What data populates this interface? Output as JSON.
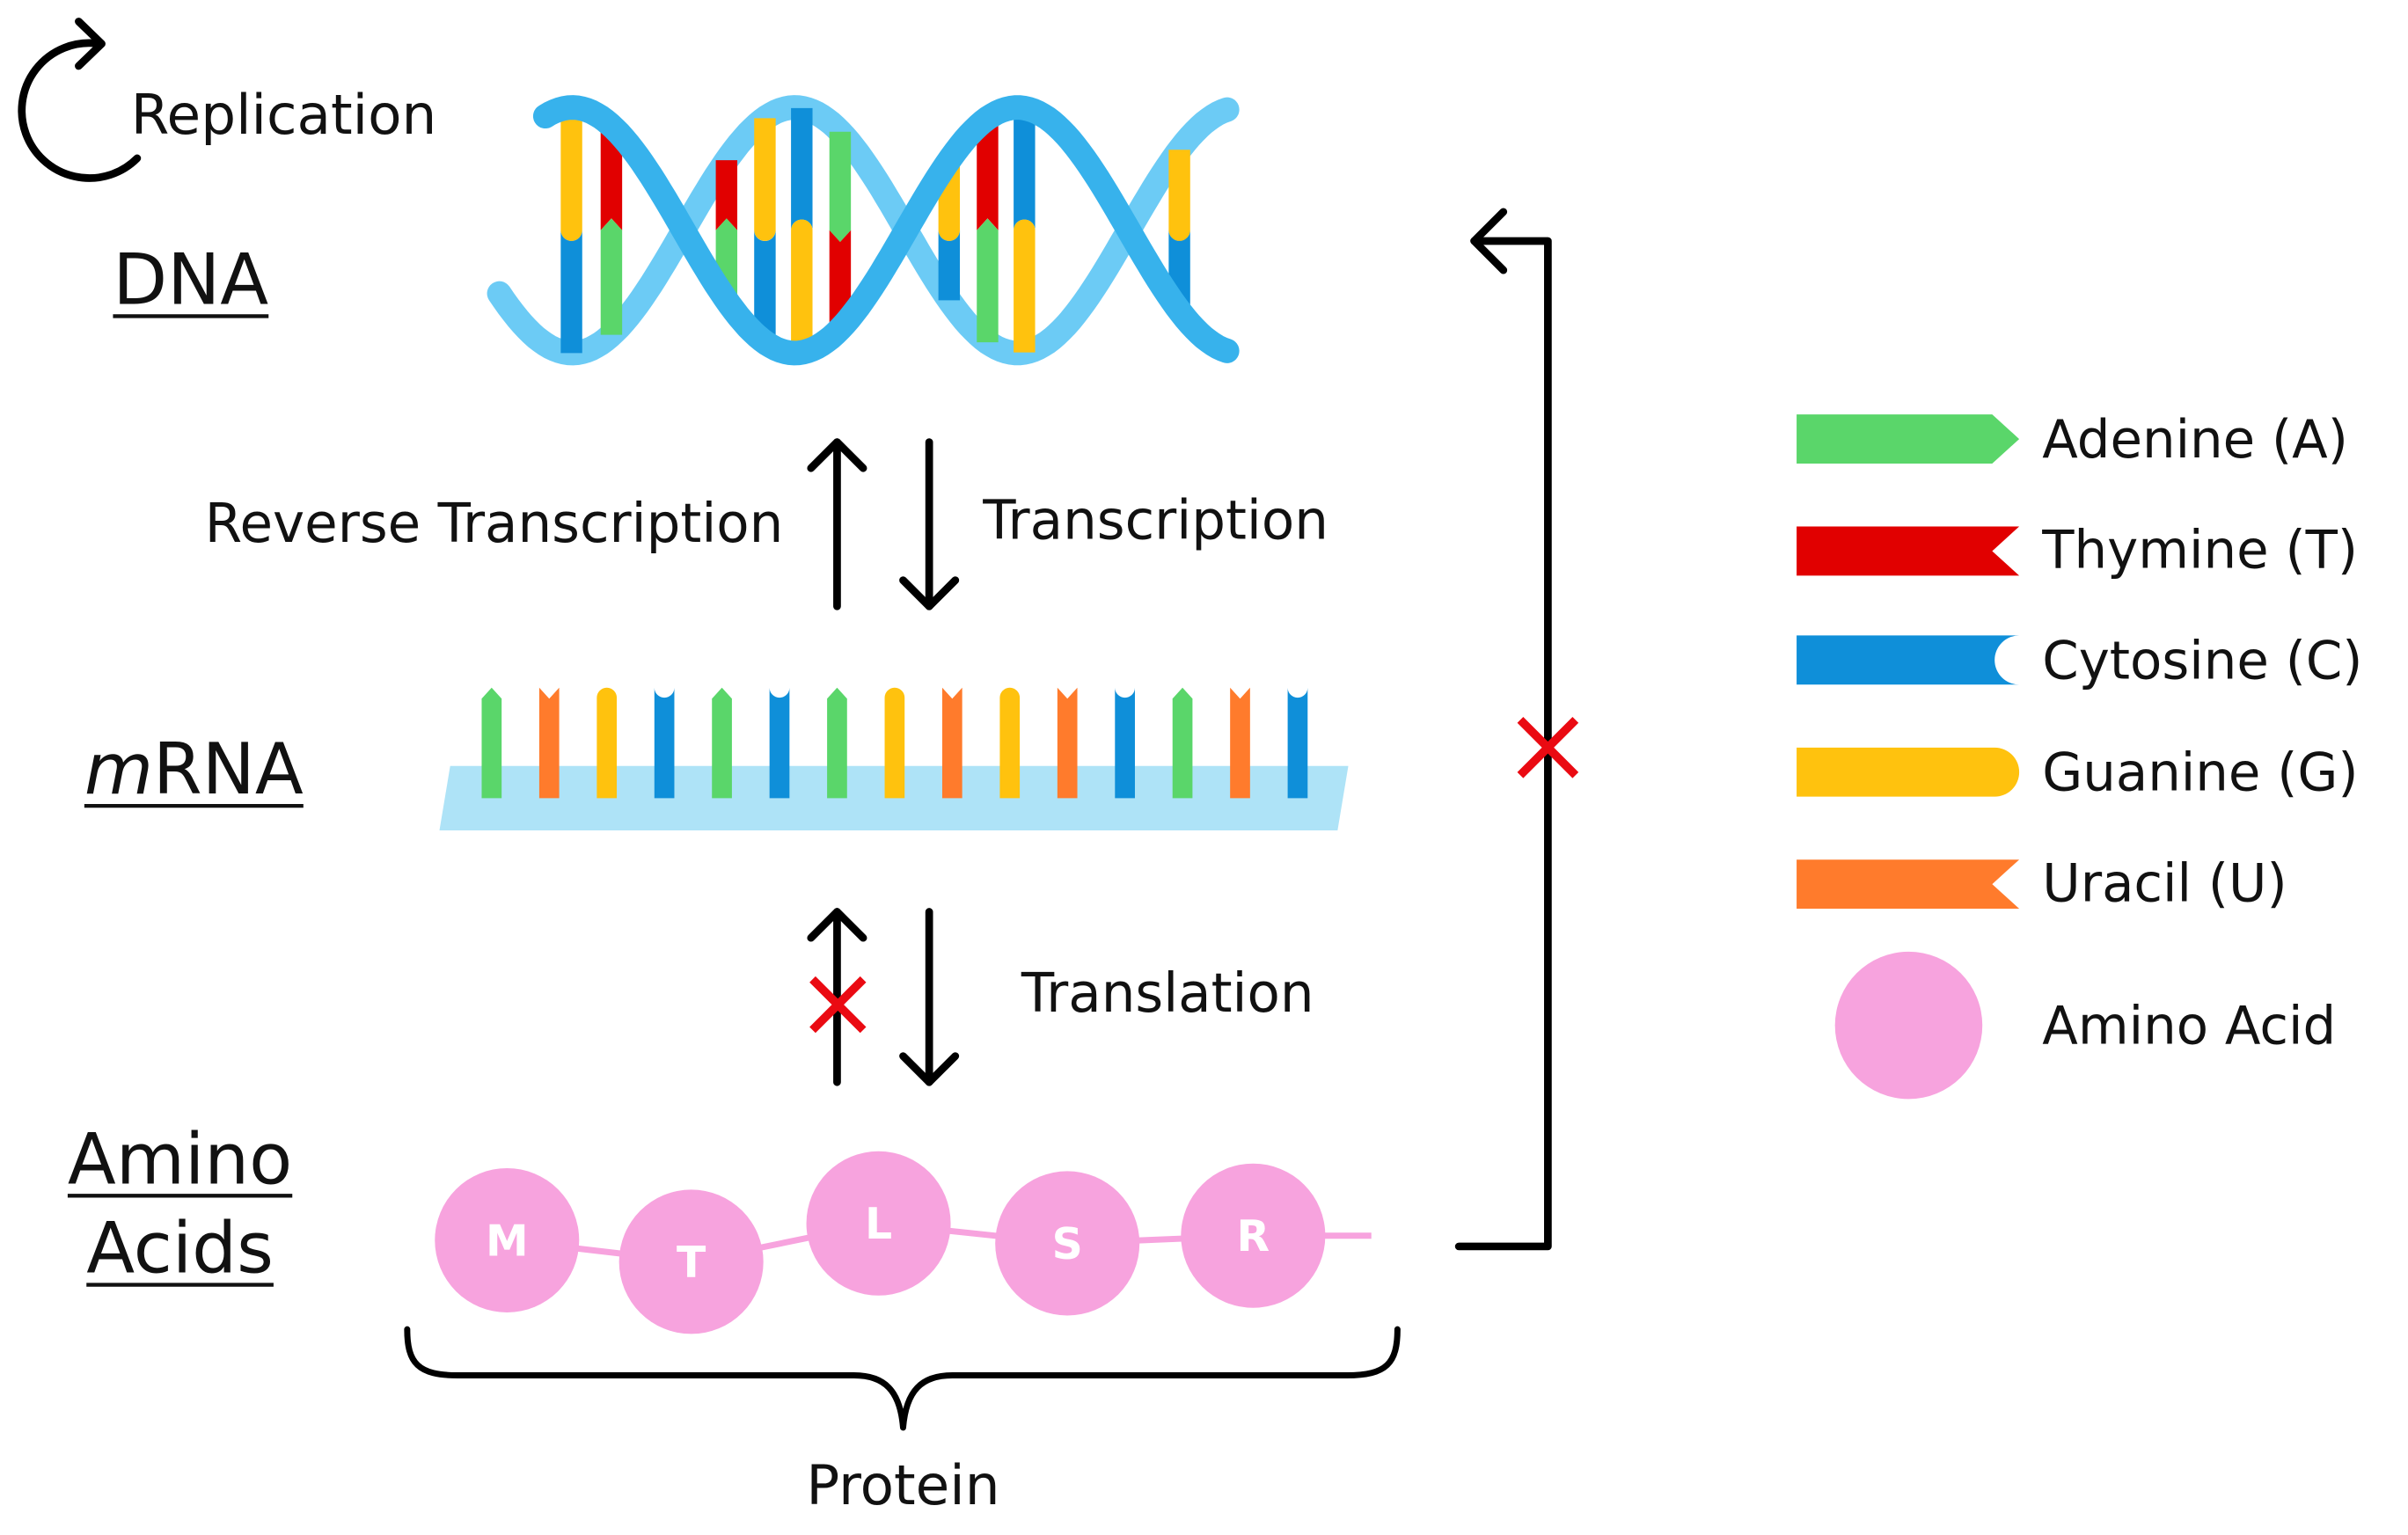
{
  "replication_label": "Replication",
  "levels": {
    "dna": "DNA",
    "mrna": {
      "prefix": "m",
      "rest": "RNA"
    },
    "amino_acids": [
      "Amino",
      "Acids"
    ]
  },
  "processes": {
    "reverse_transcription": "Reverse Transcription",
    "transcription": "Transcription",
    "translation": "Translation"
  },
  "dna": {
    "base_pairs": [
      [
        "G",
        "C"
      ],
      [
        "T",
        "A"
      ],
      [
        "T",
        "A"
      ],
      [
        "G",
        "C"
      ],
      [
        "C",
        "G"
      ],
      [
        "A",
        "T"
      ],
      [
        "G",
        "C"
      ],
      [
        "T",
        "A"
      ],
      [
        "C",
        "G"
      ],
      [
        "G",
        "C"
      ]
    ]
  },
  "mrna": {
    "sequence": [
      "A",
      "U",
      "G",
      "C",
      "A",
      "C",
      "A",
      "G",
      "U",
      "G",
      "U",
      "C",
      "A",
      "U",
      "C"
    ]
  },
  "protein": {
    "residues": [
      "M",
      "T",
      "L",
      "S",
      "R"
    ],
    "label": "Protein"
  },
  "legend": {
    "bases": [
      {
        "base": "A",
        "label": "Adenine (A)"
      },
      {
        "base": "T",
        "label": "Thymine (T)"
      },
      {
        "base": "C",
        "label": "Cytosine (C)"
      },
      {
        "base": "G",
        "label": "Guanine (G)"
      },
      {
        "base": "U",
        "label": "Uracil (U)"
      }
    ],
    "amino_acid_label": "Amino Acid"
  },
  "colors": {
    "A": "#5ad66a",
    "T": "#e10000",
    "C": "#0f8fd9",
    "G": "#ffc20e",
    "U": "#ff7b2c",
    "helix_front": "#37b2ec",
    "helix_back": "#6ccbf5",
    "mrna_backbone": "#aee3f7",
    "amino_acid": "#f7a3de",
    "blocked": "#ea0a12"
  }
}
